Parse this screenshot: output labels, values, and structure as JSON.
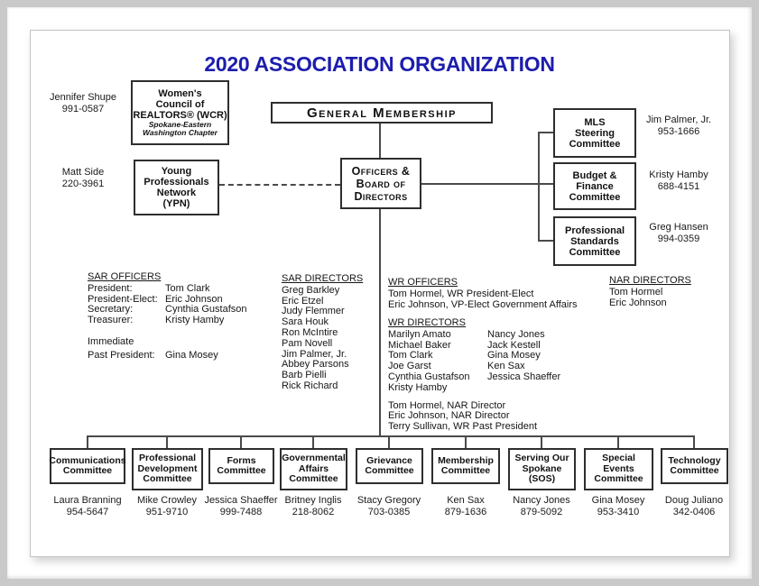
{
  "title": "2020 ASSOCIATION ORGANIZATION",
  "colors": {
    "title_blue": "#1d1dae",
    "line_gray": "#4a4a4a"
  },
  "top_boxes": {
    "wcr": {
      "name": [
        "Women's",
        "Council of",
        "REALTORS® (WCR)"
      ],
      "chapter": [
        "Spokane-Eastern",
        "Washington Chapter"
      ],
      "contact_name": "Jennifer Shupe",
      "contact_phone": "991-0587"
    },
    "general_membership": {
      "label": "General Membership"
    },
    "ypn": {
      "name": [
        "Young",
        "Professionals",
        "Network",
        "(YPN)"
      ],
      "contact_name": "Matt Side",
      "contact_phone": "220-3961"
    },
    "officers_board": {
      "label": [
        "Officers &",
        "Board of",
        "Directors"
      ]
    },
    "mls": {
      "name": [
        "MLS",
        "Steering",
        "Committee"
      ],
      "contact_name": "Jim Palmer, Jr.",
      "contact_phone": "953-1666"
    },
    "budget": {
      "name": [
        "Budget &",
        "Finance",
        "Committee"
      ],
      "contact_name": "Kristy Hamby",
      "contact_phone": "688-4151"
    },
    "prof_standards": {
      "name": [
        "Professional",
        "Standards",
        "Committee"
      ],
      "contact_name": "Greg Hansen",
      "contact_phone": "994-0359"
    }
  },
  "lists": {
    "sar_officers": {
      "heading": "SAR OFFICERS",
      "rows": [
        {
          "label": "President:",
          "value": "Tom Clark"
        },
        {
          "label": "President-Elect:",
          "value": "Eric Johnson"
        },
        {
          "label": "Secretary:",
          "value": "Cynthia Gustafson"
        },
        {
          "label": "Treasurer:",
          "value": "Kristy Hamby"
        },
        {
          "label": "Immediate",
          "value": ""
        },
        {
          "label": "Past President:",
          "value": "Gina Mosey"
        }
      ]
    },
    "sar_directors": {
      "heading": "SAR DIRECTORS",
      "names": [
        "Greg Barkley",
        "Eric Etzel",
        "Judy Flemmer",
        "Sara Houk",
        "Ron McIntire",
        "Pam Novell",
        "Jim Palmer, Jr.",
        "Abbey Parsons",
        "Barb Pielli",
        "Rick Richard"
      ]
    },
    "wr_officers": {
      "heading": "WR OFFICERS",
      "lines": [
        "Tom Hormel, WR President-Elect",
        "Eric Johnson, VP-Elect Government Affairs"
      ]
    },
    "wr_directors": {
      "heading": "WR DIRECTORS",
      "col1": [
        "Marilyn Amato",
        "Michael Baker",
        "Tom Clark",
        "Joe Garst",
        "Cynthia Gustafson",
        "Kristy Hamby"
      ],
      "col2": [
        "Nancy Jones",
        "Jack Kestell",
        "Gina Mosey",
        "Ken Sax",
        "Jessica Shaeffer"
      ],
      "extra": [
        "Tom Hormel, NAR Director",
        "Eric Johnson, NAR Director",
        "Terry Sullivan, WR Past President"
      ]
    },
    "nar_directors": {
      "heading": "NAR DIRECTORS",
      "names": [
        "Tom Hormel",
        "Eric Johnson"
      ]
    }
  },
  "committees": [
    {
      "label": [
        "Communications",
        "Committee"
      ],
      "chair": "Laura Branning",
      "phone": "954-5647"
    },
    {
      "label": [
        "Professional",
        "Development",
        "Committee"
      ],
      "chair": "Mike Crowley",
      "phone": "951-9710"
    },
    {
      "label": [
        "Forms",
        "Committee"
      ],
      "chair": "Jessica Shaeffer",
      "phone": "999-7488"
    },
    {
      "label": [
        "Governmental",
        "Affairs",
        "Committee"
      ],
      "chair": "Britney Inglis",
      "phone": "218-8062"
    },
    {
      "label": [
        "Grievance",
        "Committee"
      ],
      "chair": "Stacy Gregory",
      "phone": "703-0385"
    },
    {
      "label": [
        "Membership",
        "Committee"
      ],
      "chair": "Ken Sax",
      "phone": "879-1636"
    },
    {
      "label": [
        "Serving Our",
        "Spokane",
        "(SOS)"
      ],
      "chair": "Nancy Jones",
      "phone": "879-5092"
    },
    {
      "label": [
        "Special Events",
        "Committee"
      ],
      "chair": "Gina Mosey",
      "phone": "953-3410"
    },
    {
      "label": [
        "Technology",
        "Committee"
      ],
      "chair": "Doug Juliano",
      "phone": "342-0406"
    }
  ]
}
